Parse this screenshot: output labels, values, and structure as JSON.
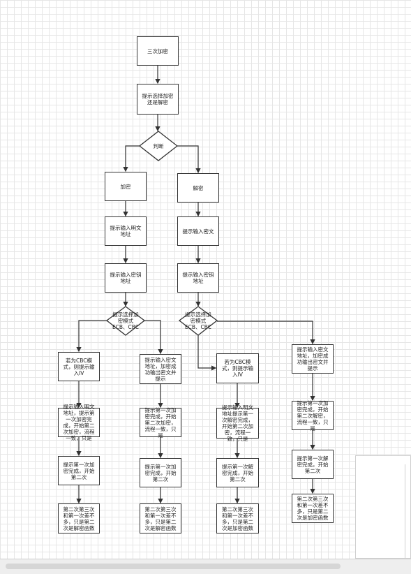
{
  "nodes": {
    "start": "三次加密",
    "prompt_choice": "提示选择加密\n还是解密",
    "judge": "判断",
    "encrypt": "加密",
    "decrypt": "解密",
    "enc_plain_addr": "提示输入明文\n地址",
    "dec_cipher": "提示输入密文",
    "enc_key_addr": "提示输入密钥\n地址",
    "dec_key_addr": "提示输入密钥\n地址",
    "enc_mode": "提示选择加\n密模式\nECB、CBC",
    "dec_mode": "提示选择加\n密模式\nECB、CBC",
    "enc_cbc_iv": "若为CBC模\n式，则提示输\n入IV",
    "enc_ecb_out": "提示输入密文\n地址，加密成\n功输出密文并\n提示",
    "dec_cbc_iv": "若为CBC模\n式，则提示输\n入IV",
    "dec_ecb_out": "提示输入密文\n地址，加密成\n功输出密文并\n提示",
    "enc_cbc_step1": "提示输入明文\n地址，提示第\n一次加密完\n成，开始第二\n次加密，流程\n一致，只是",
    "enc_ecb_step1": "提示第一次加\n密完成，开始\n第二次加密，\n流程一致，只\n是",
    "dec_cbc_step1": "提示输入明文\n地址提示第一\n次解密完成，\n开始第二次加\n密，流程一\n致，只是",
    "dec_ecb_step1": "提示第一次加\n密完成，开始\n第二次解密，\n流程一致，只\n是",
    "enc_cbc_step2": "提示第一次加\n密完成，开始\n第二次",
    "enc_ecb_step2": "提示第一次加\n密完成，开始\n第二次",
    "dec_cbc_step2": "提示第一次解\n密完成，开始\n第二次",
    "dec_ecb_step2": "提示第一次解\n密完成，开始\n第二次",
    "enc_cbc_step3": "第二次第三次\n和第一次差不\n多，只是第二\n次是解密函数",
    "enc_ecb_step3": "第二次第三次\n和第一次差不\n多，只是第二\n次是解密函数",
    "dec_cbc_step3": "第二次第三次\n和第一次差不\n多，只是第二\n次是加密函数",
    "dec_ecb_step3": "第二次第三次\n和第一次差不\n多，只是第二\n次是加密函数"
  },
  "colors": {
    "stroke": "#333333",
    "grid": "#e6e6e6",
    "fill": "#ffffff"
  }
}
